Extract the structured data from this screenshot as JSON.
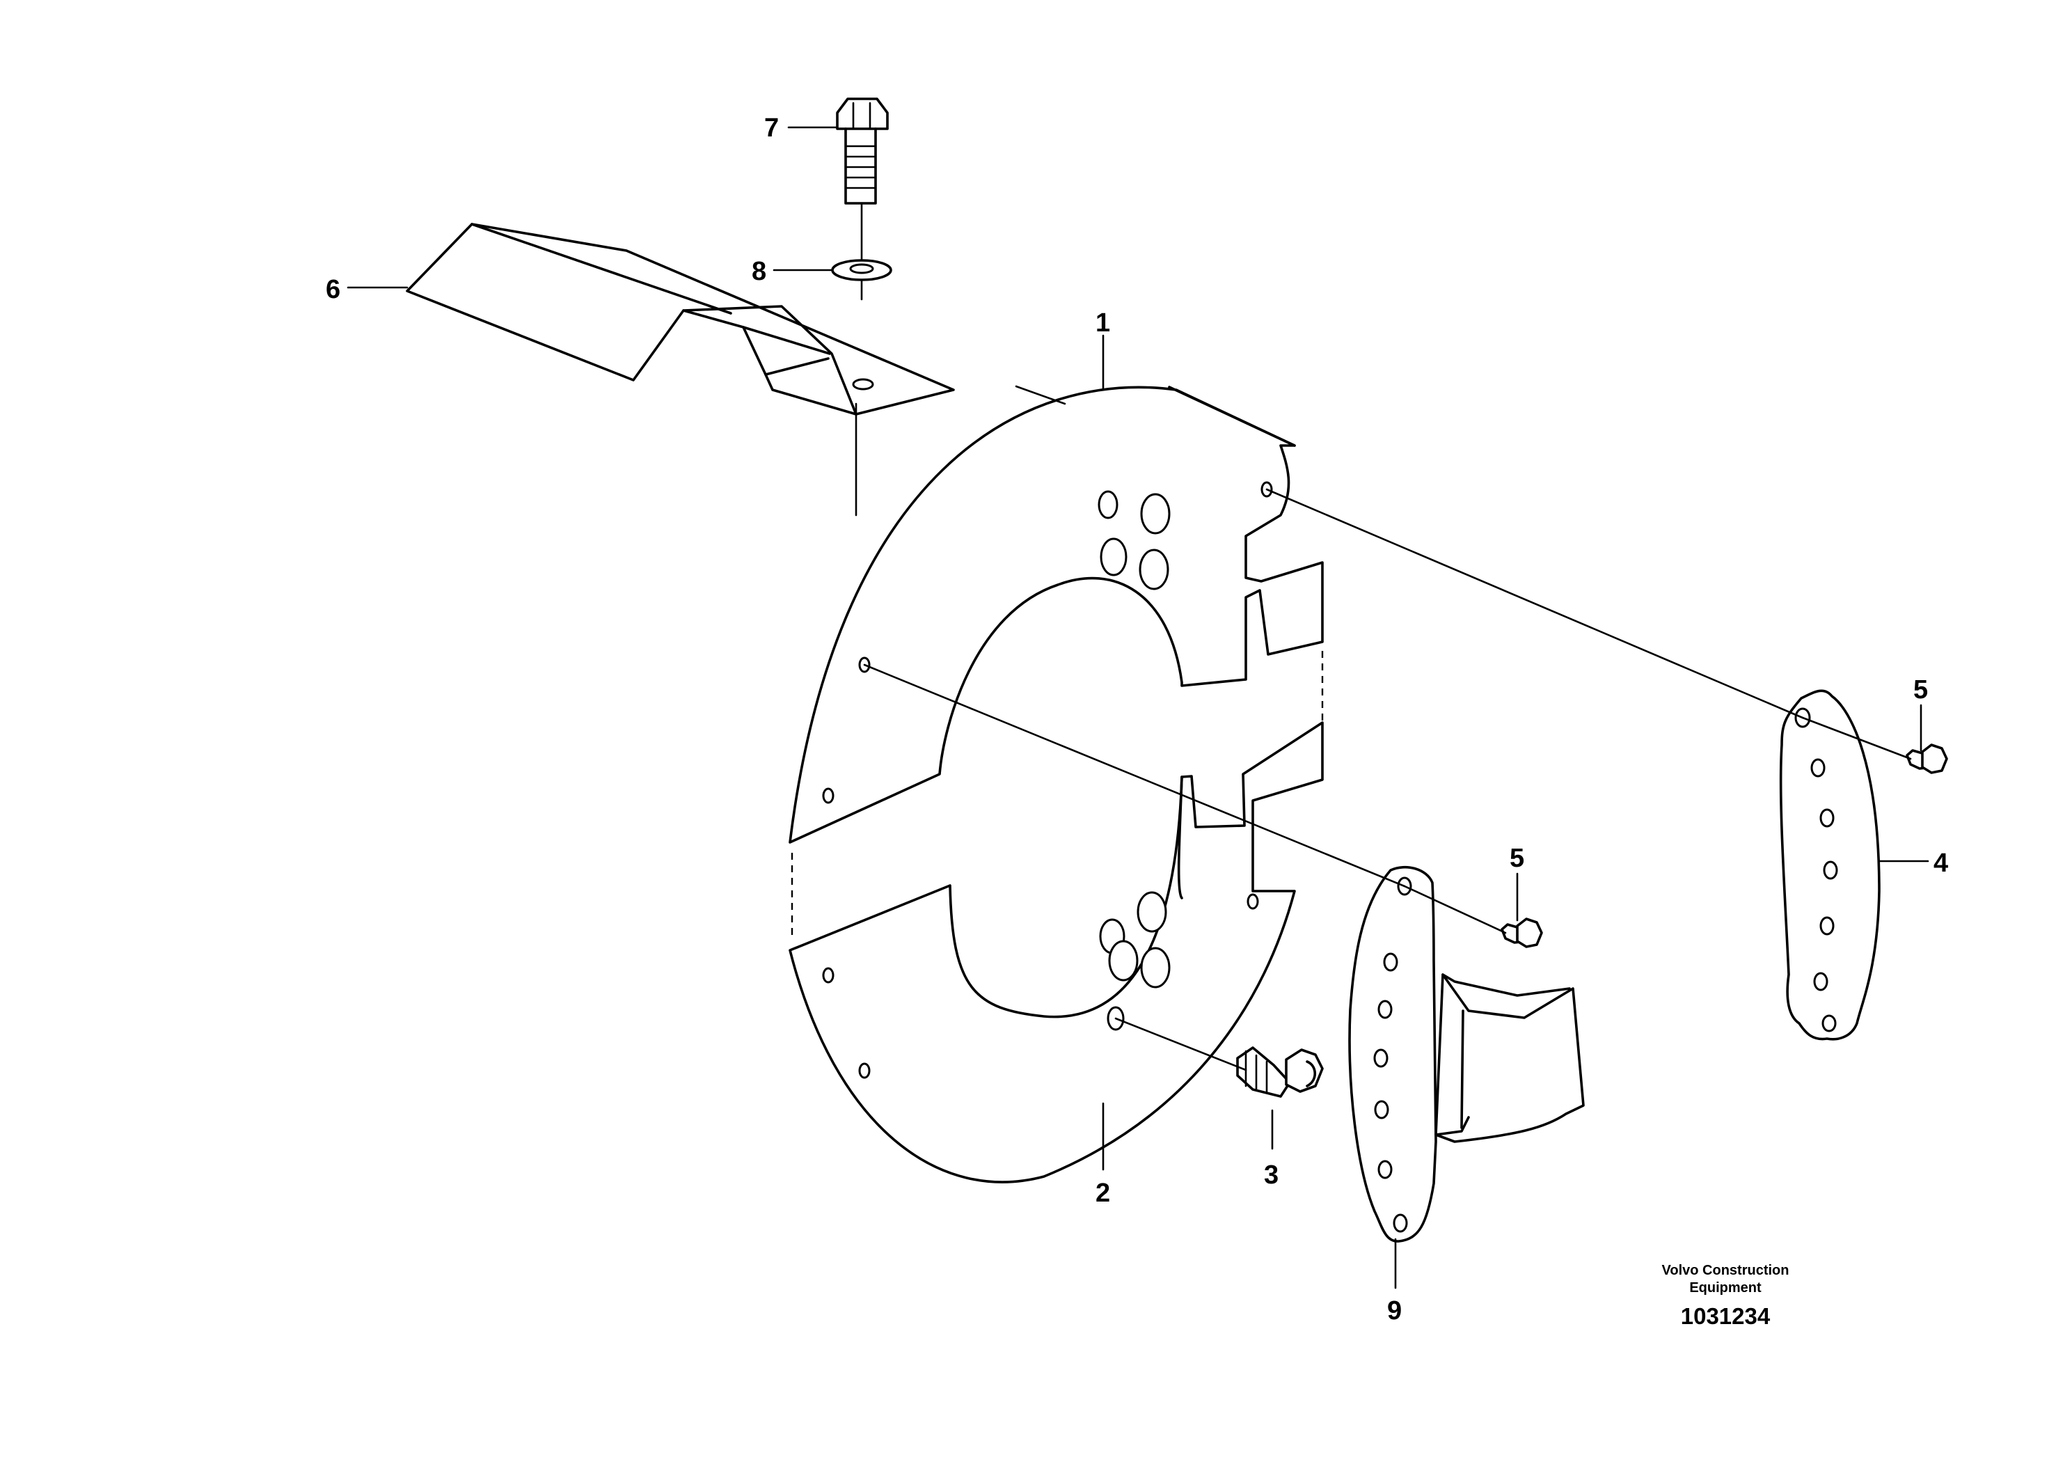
{
  "callouts": {
    "c1": "1",
    "c2": "2",
    "c3": "3",
    "c4": "4",
    "c5a": "5",
    "c5b": "5",
    "c6": "6",
    "c7": "7",
    "c8": "8",
    "c9": "9"
  },
  "footer": {
    "brand_line1": "Volvo Construction",
    "brand_line2": "Equipment",
    "drawing_number": "1031234"
  },
  "colors": {
    "line": "#000000",
    "background": "#ffffff"
  }
}
